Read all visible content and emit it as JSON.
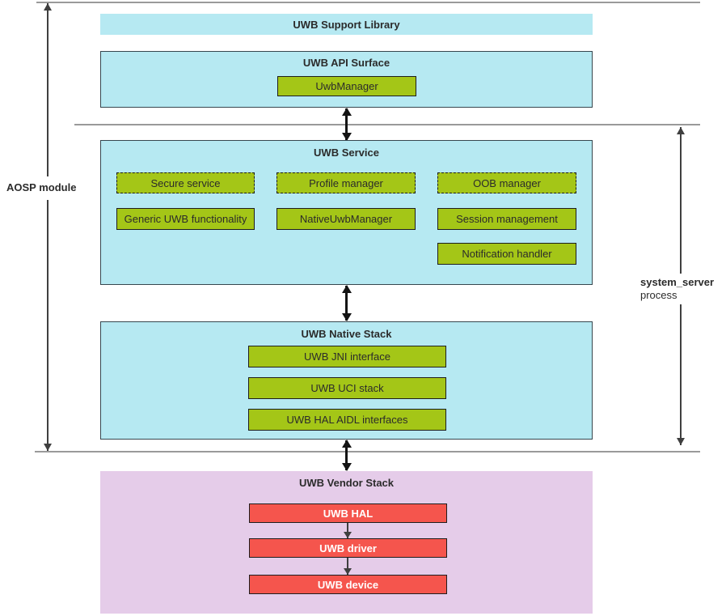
{
  "colors": {
    "cyan_box": "#b6e9f2",
    "green_chip": "#a4c617",
    "red_chip": "#f5554d",
    "lavender_box": "#e5cce9",
    "boundary_line": "#9a9a9a",
    "arrow": "#141414",
    "dark_border": "#1d1d1d",
    "text": "#2b2b2b",
    "red_chip_text": "#ffffff"
  },
  "side_labels": {
    "aosp_module": "AOSP module",
    "system_server": "system_server",
    "process": "process"
  },
  "support_library": {
    "title": "UWB Support Library"
  },
  "api_surface": {
    "title": "UWB API Surface",
    "uwb_manager": "UwbManager"
  },
  "service": {
    "title": "UWB Service",
    "secure_service": "Secure service",
    "profile_manager": "Profile manager",
    "oob_manager": "OOB manager",
    "generic_uwb": "Generic UWB functionality",
    "native_uwb_manager": "NativeUwbManager",
    "session_management": "Session management",
    "notification_handler": "Notification handler"
  },
  "native_stack": {
    "title": "UWB Native Stack",
    "jni": "UWB JNI interface",
    "uci": "UWB UCI stack",
    "hal_aidl": "UWB HAL AIDL interfaces"
  },
  "vendor_stack": {
    "title": "UWB Vendor Stack",
    "hal": "UWB HAL",
    "driver": "UWB driver",
    "device": "UWB device"
  }
}
